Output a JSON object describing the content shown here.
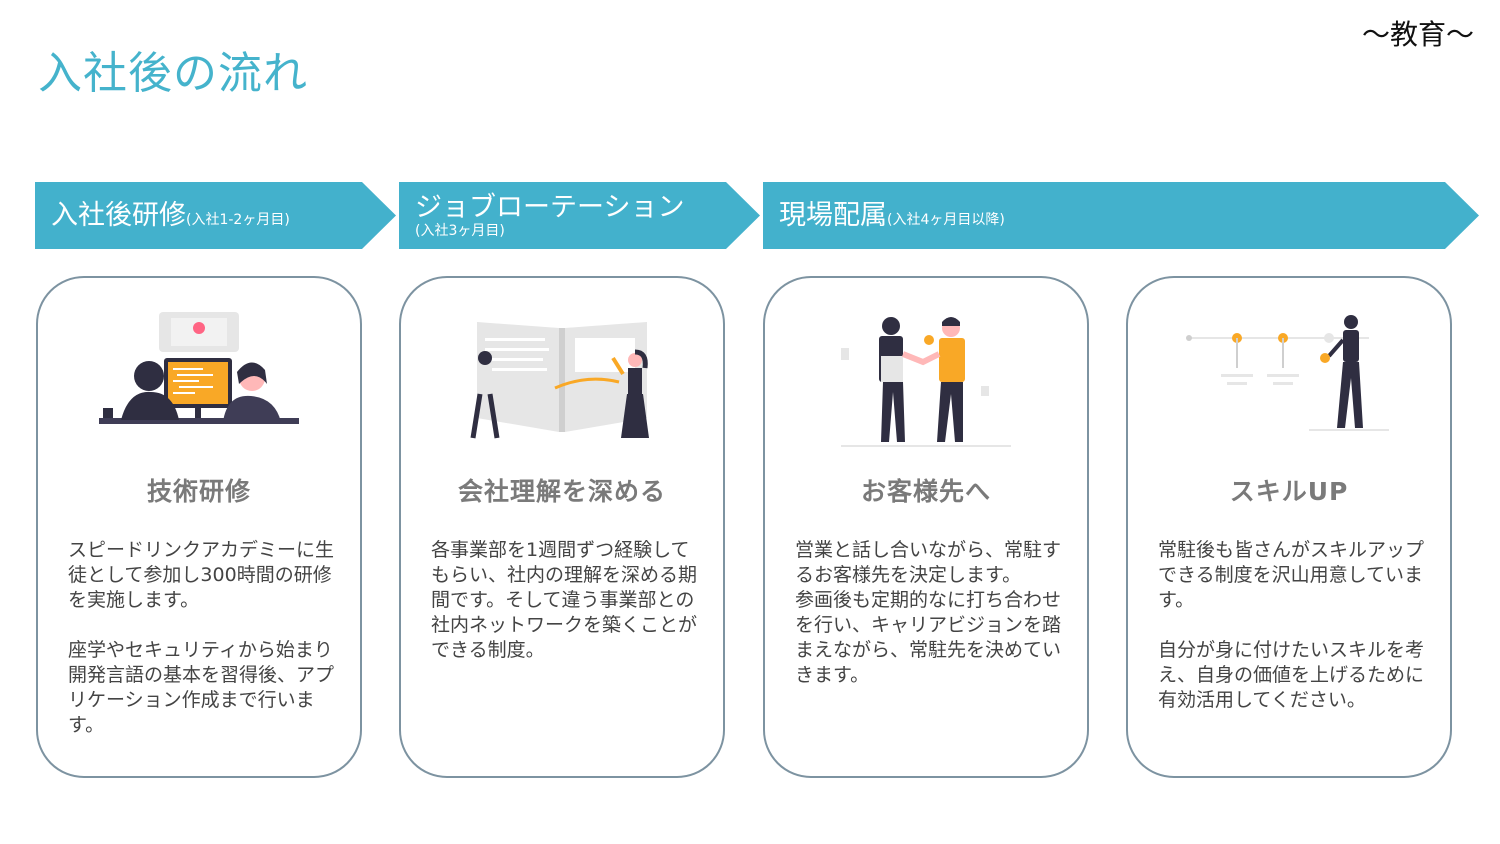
{
  "header": {
    "title": "入社後の流れ",
    "corner_label": "～教育～"
  },
  "phases": [
    {
      "main": "入社後研修",
      "sub": "(入社1-2ヶ月目)"
    },
    {
      "main": "ジョブローテーション",
      "sub": "(入社3ヶ月目)"
    },
    {
      "main": "現場配属",
      "sub": "(入社4ヶ月目以降)"
    }
  ],
  "cards": [
    {
      "title": "技術研修",
      "paragraphs": [
        "スピードリンクアカデミーに生徒として参加し300時間の研修を実施します。",
        "座学やセキュリティから始まり開発言語の基本を習得後、アプリケーション作成まで行います。"
      ]
    },
    {
      "title": "会社理解を深める",
      "paragraphs": [
        "各事業部を1週間ずつ経験してもらい、社内の理解を深める期間です。そして違う事業部との社内ネットワークを築くことができる制度。"
      ]
    },
    {
      "title": "お客様先へ",
      "paragraphs": [
        "営業と話し合いながら、常駐するお客様先を決定します。",
        "参画後も定期的なに打ち合わせを行い、キャリアビジョンを踏まえながら、常駐先を決めていきます。"
      ]
    },
    {
      "title": "スキルUP",
      "paragraphs": [
        "常駐後も皆さんがスキルアップできる制度を沢山用意しています。",
        "自分が身に付けたいスキルを考え、自身の価値を上げるために有効活用してください。"
      ]
    }
  ],
  "colors": {
    "accent": "#43b1cc",
    "title": "#45b3cc",
    "card_border": "#7d93a1",
    "illustration_yellow": "#f9a826",
    "illustration_dark": "#2f2e41"
  }
}
